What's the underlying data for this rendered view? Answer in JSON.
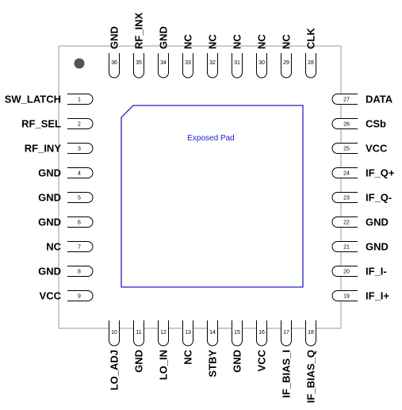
{
  "exposed_pad": {
    "label": "Exposed Pad",
    "color": "#2222cc"
  },
  "pin1_marker": "pin-1-indicator-dot",
  "pins": {
    "left": [
      {
        "num": "1",
        "name": "SW_LATCH"
      },
      {
        "num": "2",
        "name": "RF_SEL"
      },
      {
        "num": "3",
        "name": "RF_INY"
      },
      {
        "num": "4",
        "name": "GND"
      },
      {
        "num": "5",
        "name": "GND"
      },
      {
        "num": "6",
        "name": "GND"
      },
      {
        "num": "7",
        "name": "NC"
      },
      {
        "num": "8",
        "name": "GND"
      },
      {
        "num": "9",
        "name": "VCC"
      }
    ],
    "bottom": [
      {
        "num": "10",
        "name": "LO_ADJ"
      },
      {
        "num": "11",
        "name": "GND"
      },
      {
        "num": "12",
        "name": "LO_IN"
      },
      {
        "num": "13",
        "name": "NC"
      },
      {
        "num": "14",
        "name": "STBY"
      },
      {
        "num": "15",
        "name": "GND"
      },
      {
        "num": "16",
        "name": "VCC"
      },
      {
        "num": "17",
        "name": "IF_BIAS_I"
      },
      {
        "num": "18",
        "name": "IF_BIAS_Q"
      }
    ],
    "right": [
      {
        "num": "19",
        "name": "IF_I+"
      },
      {
        "num": "20",
        "name": "IF_I-"
      },
      {
        "num": "21",
        "name": "GND"
      },
      {
        "num": "22",
        "name": "GND"
      },
      {
        "num": "23",
        "name": "IF_Q-"
      },
      {
        "num": "24",
        "name": "IF_Q+"
      },
      {
        "num": "25",
        "name": "VCC"
      },
      {
        "num": "26",
        "name": "CSb"
      },
      {
        "num": "27",
        "name": "DATA"
      }
    ],
    "top": [
      {
        "num": "28",
        "name": "CLK"
      },
      {
        "num": "29",
        "name": "NC"
      },
      {
        "num": "30",
        "name": "NC"
      },
      {
        "num": "31",
        "name": "NC"
      },
      {
        "num": "32",
        "name": "NC"
      },
      {
        "num": "33",
        "name": "NC"
      },
      {
        "num": "34",
        "name": "GND"
      },
      {
        "num": "35",
        "name": "RF_INX"
      },
      {
        "num": "36",
        "name": "GND"
      }
    ]
  }
}
